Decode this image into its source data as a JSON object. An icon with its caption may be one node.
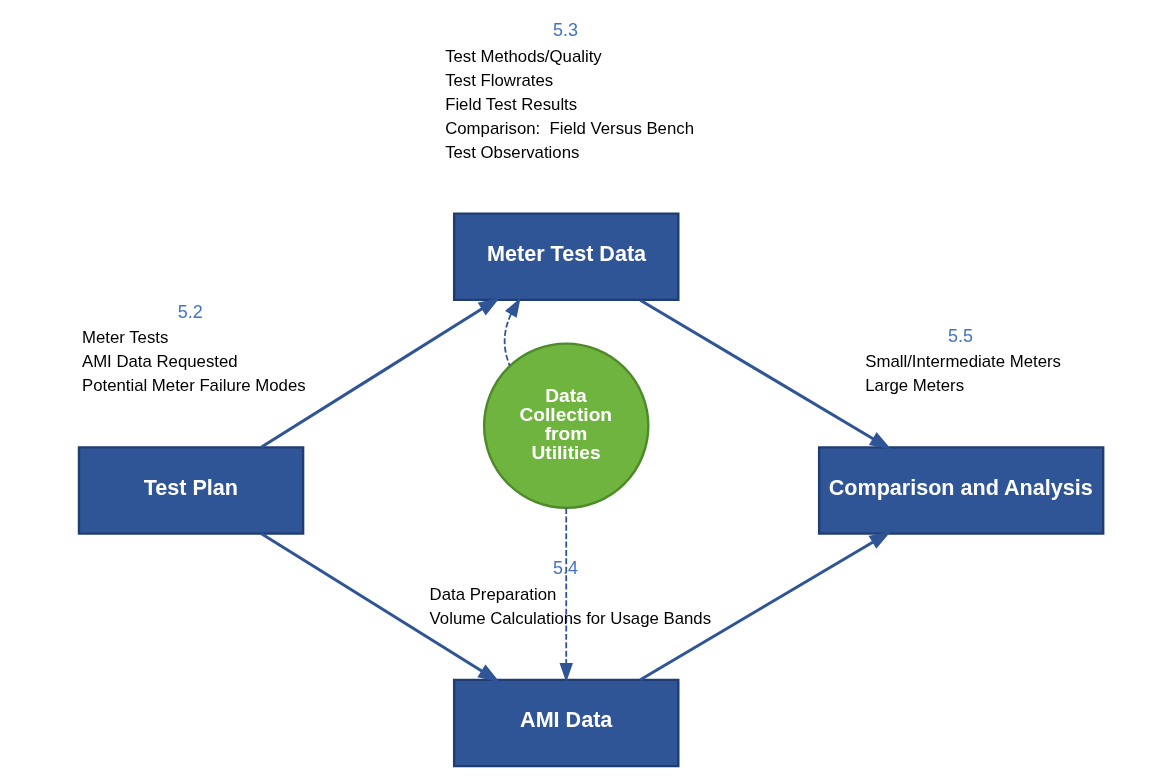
{
  "diagram": {
    "nodes": [
      {
        "text": [
          "Test Plan"
        ],
        "beside": [
          "5.2",
          "Meter Tests",
          "AMI Data Requested",
          "Potential Meter Failure Modes"
        ]
      },
      {
        "text": [
          "Meter Test Data"
        ],
        "beside": [
          "5.3",
          "Test Methods/Quality",
          "Test Flowrates",
          "Field Test Results",
          "Comparison:  Field Versus Bench",
          "Test Observations"
        ]
      },
      {
        "text": [
          "Data Collection from Utilities"
        ]
      },
      {
        "text": [
          "Comparison and Analysis"
        ],
        "beside": [
          "5.5",
          "Small/Intermediate Meters",
          "Large Meters"
        ]
      },
      {
        "text": [
          "AMI Data"
        ],
        "beside": [
          "5.4",
          "Data Preparation",
          "Volume Calculations for Usage Bands"
        ]
      }
    ],
    "edges": [
      {
        "from": 0,
        "to": 1,
        "arrow": "to"
      },
      {
        "from": 1,
        "to": 3,
        "arrow": "to"
      },
      {
        "from": 0,
        "to": 4,
        "arrow": "to"
      },
      {
        "from": 4,
        "to": 3,
        "arrow": "to"
      },
      {
        "from": 2,
        "to": 1,
        "arrow": "to",
        "style": "dashed"
      },
      {
        "from": 2,
        "to": 4,
        "arrow": "to",
        "style": "dashed"
      }
    ]
  }
}
